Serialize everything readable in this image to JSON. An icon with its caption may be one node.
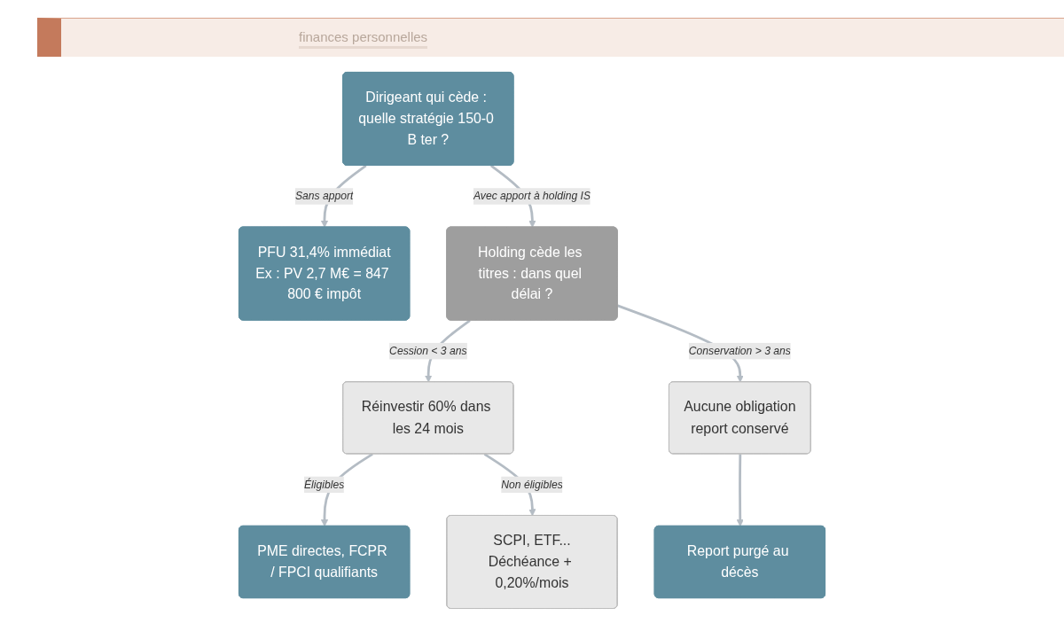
{
  "diagram": {
    "nodes": [
      {
        "text": [
          "Dirigeant qui cède : quelle stratégie 150-0 B ter ?"
        ]
      },
      {
        "text": [
          "PFU 31,4% immédiat",
          "Ex : PV 2,7 M€ = 847 800 € impôt"
        ]
      },
      {
        "text": [
          "Holding cède les titres : dans quel délai ?"
        ]
      },
      {
        "text": [
          "Réinvestir 60% dans les 24 mois"
        ]
      },
      {
        "text": [
          "Aucune obligation",
          "report conservé"
        ]
      },
      {
        "text": [
          "PME directes, FCPR / FPCI qualifiants"
        ]
      },
      {
        "text": [
          "SCPI, ETF...",
          "Déchéance + 0,20%/mois"
        ]
      },
      {
        "text": [
          "Report purgé au décès"
        ]
      }
    ],
    "edges": [
      {
        "from": 0,
        "to": 1,
        "arrow": "to",
        "label": "Sans apport"
      },
      {
        "from": 0,
        "to": 2,
        "arrow": "to",
        "label": "Avec apport à holding IS"
      },
      {
        "from": 2,
        "to": 3,
        "arrow": "to",
        "label": "Cession < 3 ans"
      },
      {
        "from": 2,
        "to": 4,
        "arrow": "to",
        "label": "Conservation > 3 ans"
      },
      {
        "from": 3,
        "to": 5,
        "arrow": "to",
        "label": "Éligibles"
      },
      {
        "from": 3,
        "to": 6,
        "arrow": "to",
        "label": "Non éligibles"
      },
      {
        "from": 4,
        "to": 7,
        "arrow": "to"
      }
    ],
    "labels": [
      "finances personnelles"
    ]
  }
}
